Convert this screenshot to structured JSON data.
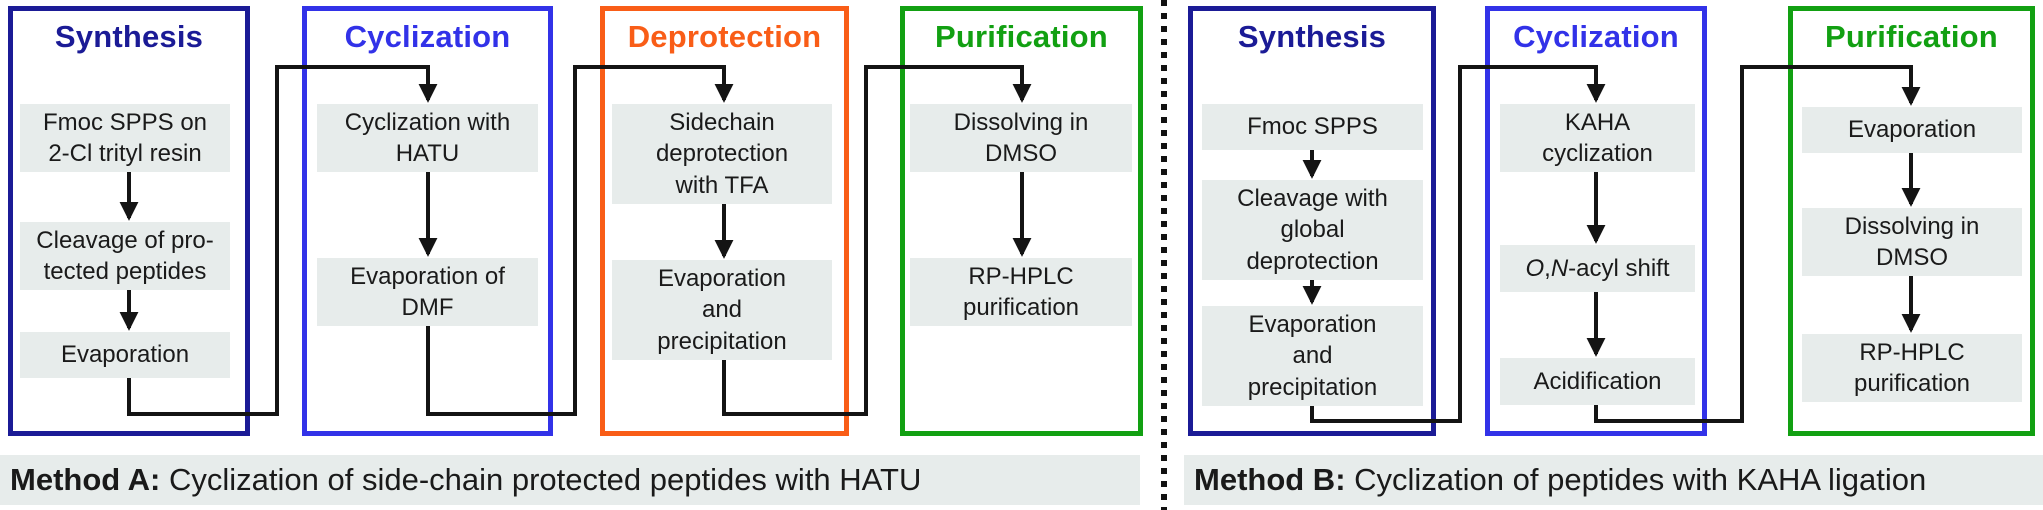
{
  "colors": {
    "synthesis_navy": "#1b1b96",
    "cyclization_blue": "#3232e8",
    "deprotection_orange": "#f95d17",
    "purification_green": "#12a012",
    "step_box_fill": "#e7eceb",
    "connector_black": "#141414"
  },
  "methods": {
    "a": {
      "caption_label": "Method A:",
      "caption_text": " Cyclization of side-chain protected peptides with HATU",
      "panels": [
        {
          "title": "Synthesis",
          "color": "#1b1b96",
          "steps": [
            "Fmoc SPPS on\n2-Cl trityl resin",
            "Cleavage of pro-\ntected peptides",
            "Evaporation"
          ]
        },
        {
          "title": "Cyclization",
          "color": "#3232e8",
          "steps": [
            "Cyclization with\nHATU",
            "Evaporation of\nDMF"
          ]
        },
        {
          "title": "Deprotection",
          "color": "#f95d17",
          "steps": [
            "Sidechain\ndeprotection\nwith TFA",
            "Evaporation\nand\nprecipitation"
          ]
        },
        {
          "title": "Purification",
          "color": "#12a012",
          "steps": [
            "Dissolving in\nDMSO",
            "RP-HPLC\npurification"
          ]
        }
      ]
    },
    "b": {
      "caption_label": "Method B:",
      "caption_text": " Cyclization of peptides with KAHA ligation",
      "on_acyl": {
        "o": "O",
        "comma": ",",
        "n": "N",
        "rest": "-acyl shift"
      },
      "panels": [
        {
          "title": "Synthesis",
          "color": "#1b1b96",
          "steps": [
            "Fmoc SPPS",
            "Cleavage with\nglobal\ndeprotection",
            "Evaporation\nand\nprecipitation"
          ]
        },
        {
          "title": "Cyclization",
          "color": "#3232e8",
          "steps": [
            "KAHA\ncyclization",
            "O,N-acyl shift",
            "Acidification"
          ]
        },
        {
          "title": "Purification",
          "color": "#12a012",
          "steps": [
            "Evaporation",
            "Dissolving in\nDMSO",
            "RP-HPLC\npurification"
          ]
        }
      ]
    }
  }
}
